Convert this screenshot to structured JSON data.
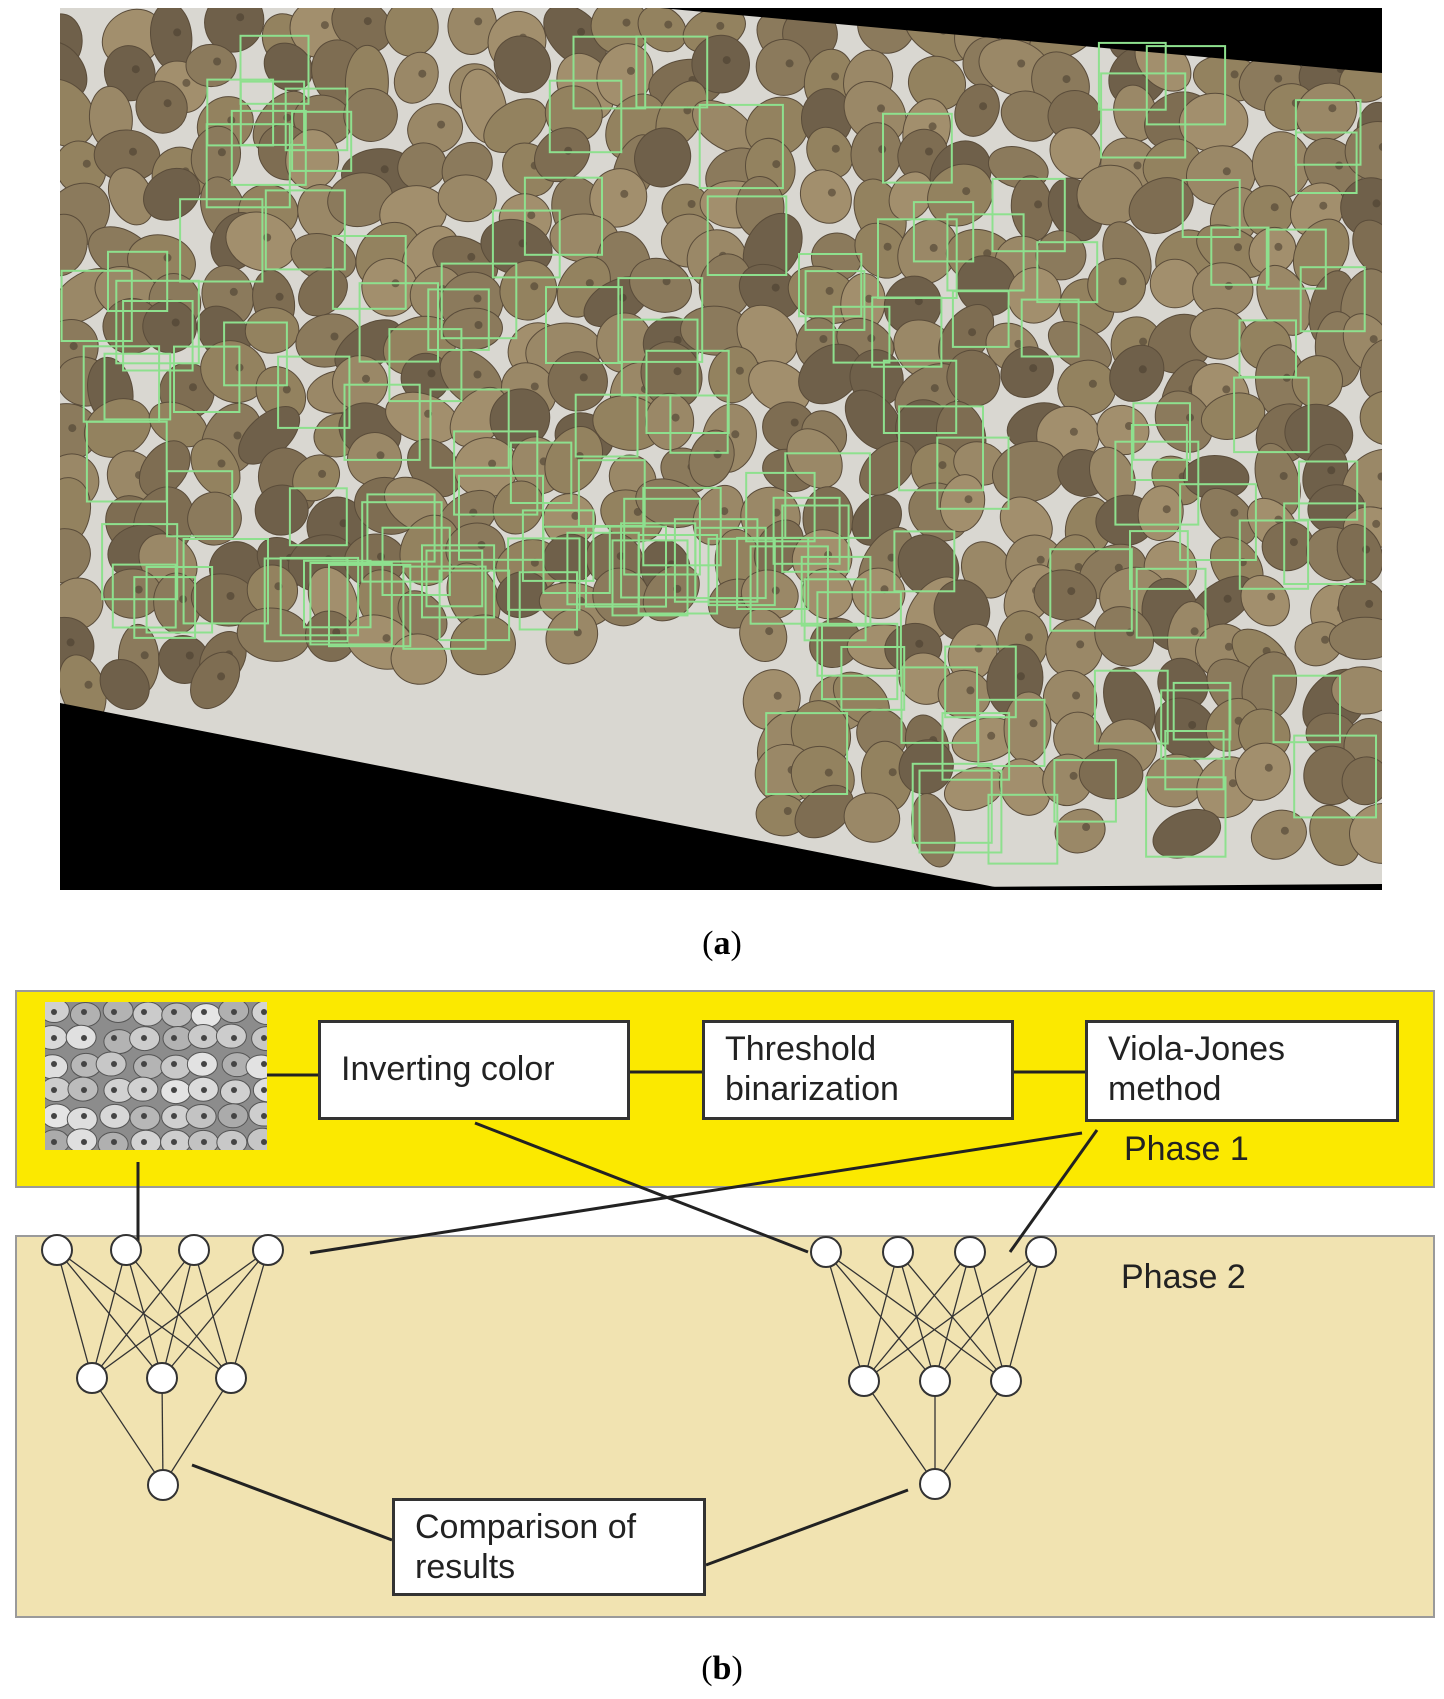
{
  "captions": {
    "a": "a",
    "b": "b"
  },
  "photo": {
    "subject": "potatoes-on-conveyor-with-detection-boxes",
    "box_color": "#8ee08e",
    "background": "#d9d7d1"
  },
  "diagram": {
    "colors": {
      "phase1_fill": "#fbe900",
      "phase2_fill": "#f1e3b1",
      "line": "#222222"
    },
    "phase1": {
      "label": "Phase 1",
      "steps": [
        {
          "id": "invert",
          "text": "Inverting color"
        },
        {
          "id": "threshold",
          "line1": "Threshold",
          "line2": "binarization"
        },
        {
          "id": "viola",
          "line1": "Viola-Jones",
          "line2": "method"
        }
      ],
      "thumbnail": "grayscale-potato-image"
    },
    "phase2": {
      "label": "Phase 2",
      "networks": [
        {
          "id": "left",
          "layers": [
            4,
            3,
            1
          ]
        },
        {
          "id": "right",
          "layers": [
            4,
            3,
            1
          ]
        }
      ],
      "comparison": {
        "line1": "Comparison of",
        "line2": "results"
      }
    }
  }
}
